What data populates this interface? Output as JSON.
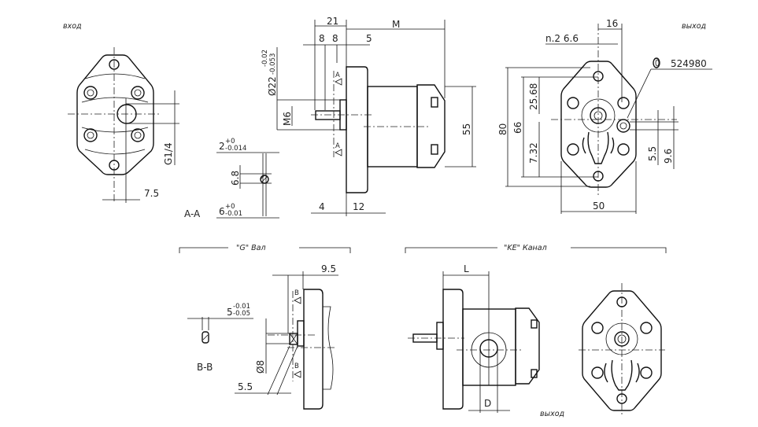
{
  "inlet_view": {
    "label": "вход",
    "port_thread": "G1/4",
    "offset": "7.5"
  },
  "side_view": {
    "dim_21": "21",
    "dim_M": "M",
    "dim_8a": "8",
    "dim_8b": "8",
    "dim_5": "5",
    "shaft_dia": "Ø22",
    "shaft_dia_tol_upper": "-0.02",
    "shaft_dia_tol_lower": "-0.053",
    "thread": "M6",
    "dim_55": "55",
    "dim_4": "4",
    "dim_12": "12",
    "section_mark_top": "A",
    "section_mark_bottom": "A"
  },
  "section_aa": {
    "label": "A-A",
    "key_width": "2",
    "key_width_tol_upper": "+0",
    "key_width_tol_lower": "-0.014",
    "key_height": "6.8",
    "shaft_width": "6",
    "shaft_width_tol_upper": "+0",
    "shaft_width_tol_lower": "-0.01"
  },
  "outlet_view": {
    "label": "выход",
    "dim_16": "16",
    "holes": "n.2  6.6",
    "seal_code": "524980",
    "dim_80": "80",
    "dim_66": "66",
    "dim_25_68": "25.68",
    "dim_7_32": "7.32",
    "dim_5_5": "5.5",
    "dim_9_6": "9.6",
    "dim_50": "50"
  },
  "g_shaft": {
    "title": "\"G\" Вал",
    "dim_9_5": "9.5",
    "key": "5",
    "key_tol_upper": "-0.01",
    "key_tol_lower": "-0.05",
    "section_label": "B-B",
    "shaft_dia": "Ø8",
    "dim_5_5": "5.5",
    "section_mark_top": "B",
    "section_mark_bottom": "B"
  },
  "ke_channel": {
    "title": "\"KE\" Канал",
    "dim_L": "L",
    "dim_D": "D",
    "outlet_label": "выход"
  }
}
